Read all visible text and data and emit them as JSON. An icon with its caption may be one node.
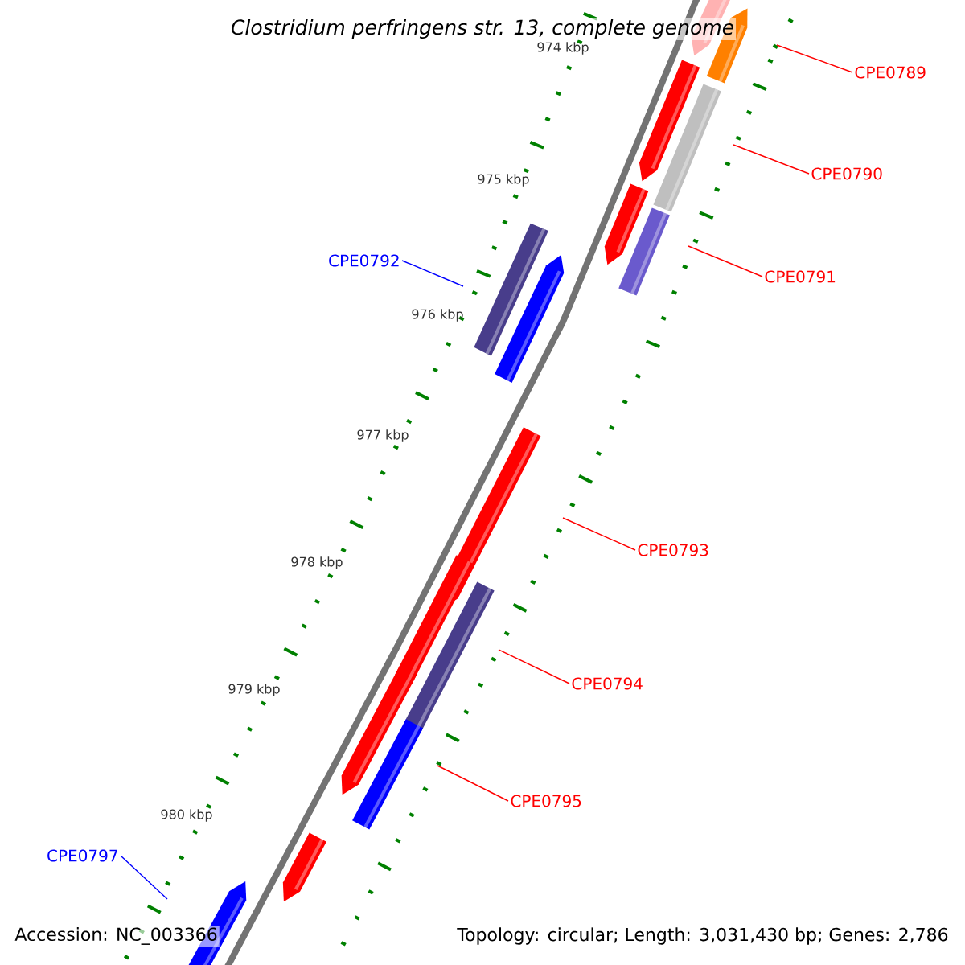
{
  "diagram": {
    "title": "Clostridium perfringens str. 13, complete genome",
    "nodes": [
      {
        "text": [
          "CPE0789"
        ]
      },
      {
        "text": [
          "CPE0790"
        ]
      },
      {
        "text": [
          "CPE0791"
        ]
      },
      {
        "text": [
          "CPE0792"
        ]
      },
      {
        "text": [
          "CPE0793"
        ]
      },
      {
        "text": [
          "CPE0794"
        ]
      },
      {
        "text": [
          "CPE0795"
        ]
      },
      {
        "text": [
          "CPE0797"
        ]
      }
    ],
    "edges": [
      {
        "from": 0,
        "to": null,
        "arrow": "none"
      },
      {
        "from": 1,
        "to": null,
        "arrow": "none"
      },
      {
        "from": 2,
        "to": null,
        "arrow": "none"
      },
      {
        "from": 3,
        "to": null,
        "arrow": "none",
        "color": "#0000ff"
      },
      {
        "from": 4,
        "to": null,
        "arrow": "none"
      },
      {
        "from": 5,
        "to": null,
        "arrow": "none"
      },
      {
        "from": 6,
        "to": null,
        "arrow": "none"
      },
      {
        "from": 7,
        "to": null,
        "arrow": "none",
        "color": "#0000ff"
      }
    ],
    "labels": [
      "974 kbp",
      "975 kbp",
      "976 kbp",
      "977 kbp",
      "978 kbp",
      "979 kbp",
      "980 kbp",
      "Accession: NC_003366",
      "Topology: circular; Length: 3,031,430 bp; Genes: 2,786"
    ]
  }
}
